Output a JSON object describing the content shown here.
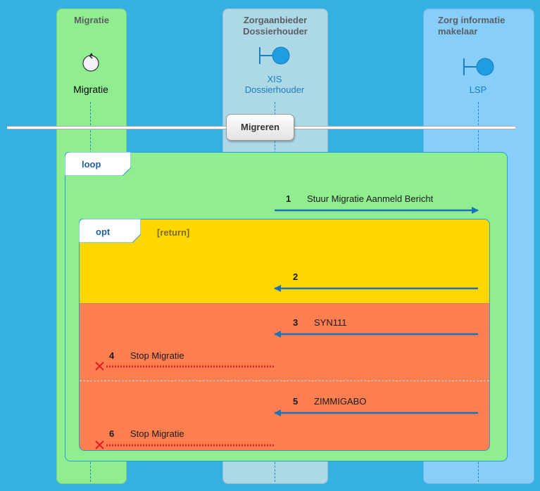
{
  "lanes": [
    {
      "title": "Migratie",
      "actor_label": "Migratie",
      "actor_icon": "control-icon",
      "color": "#90ee90"
    },
    {
      "title": "Zorgaanbieder\nDossierhouder",
      "actor_label": "XIS\nDossierhouder",
      "actor_icon": "boundary-icon",
      "color": "#add8e6"
    },
    {
      "title": "Zorg informatie\nmakelaar",
      "actor_label": "LSP",
      "actor_icon": "boundary-icon",
      "color": "#87cefa"
    }
  ],
  "divider": {
    "label": "Migreren"
  },
  "loop": {
    "label": "loop",
    "color": "#90ee90"
  },
  "opt": {
    "label": "opt",
    "guard": "[return]",
    "color_top": "#ffd700",
    "color_bottom": "#ff7f50"
  },
  "messages": [
    {
      "num": "1",
      "text": "Stuur Migratie Aanmeld Bericht",
      "from": "XIS Dossierhouder",
      "to": "LSP",
      "style": "solid"
    },
    {
      "num": "2",
      "text": "",
      "from": "LSP",
      "to": "XIS Dossierhouder",
      "style": "solid"
    },
    {
      "num": "3",
      "text": "SYN111",
      "from": "LSP",
      "to": "XIS Dossierhouder",
      "style": "solid"
    },
    {
      "num": "4",
      "text": "Stop Migratie",
      "from": "XIS Dossierhouder",
      "to": "Migratie",
      "style": "destroy"
    },
    {
      "num": "5",
      "text": "ZIMMIGABO",
      "from": "LSP",
      "to": "XIS Dossierhouder",
      "style": "solid"
    },
    {
      "num": "6",
      "text": "Stop Migratie",
      "from": "XIS Dossierhouder",
      "to": "Migratie",
      "style": "destroy"
    }
  ]
}
